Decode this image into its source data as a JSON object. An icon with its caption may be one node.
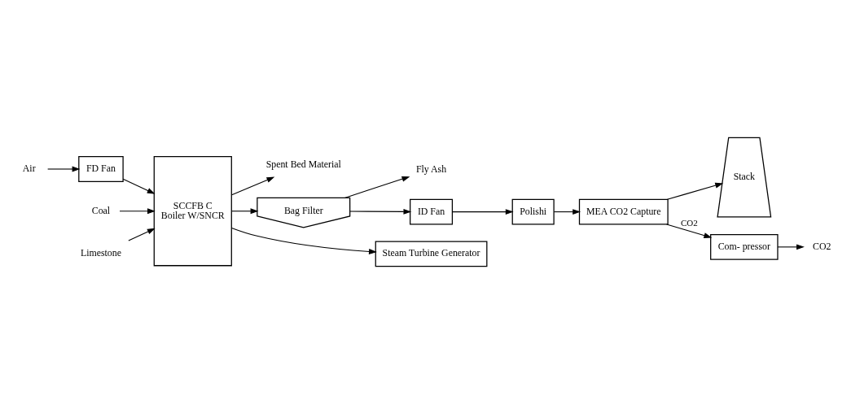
{
  "diagram": {
    "nodes": [
      {
        "text": [
          "Air"
        ]
      },
      {
        "text": [
          "FD Fan"
        ]
      },
      {
        "text": [
          "Coal"
        ]
      },
      {
        "text": [
          "Limestone"
        ]
      },
      {
        "text": [
          "SCCFB C",
          "Boiler W/SNCR"
        ]
      },
      {
        "text": [
          "Spent Bed Material"
        ]
      },
      {
        "text": [
          "Bag Filter"
        ]
      },
      {
        "text": [
          "Fly Ash"
        ]
      },
      {
        "text": [
          "Steam Turbine Generator"
        ]
      },
      {
        "text": [
          "ID Fan"
        ]
      },
      {
        "text": [
          "Polishi"
        ]
      },
      {
        "text": [
          "MEA CO2 Capture"
        ]
      },
      {
        "text": [
          "Stack"
        ]
      },
      {
        "text": [
          "Com- pressor"
        ]
      },
      {
        "text": [
          "CO2"
        ]
      }
    ],
    "edges": [
      {
        "from": 0,
        "to": 1,
        "arrow": "to"
      },
      {
        "from": 1,
        "to": 4,
        "arrow": "to"
      },
      {
        "from": 2,
        "to": 4,
        "arrow": "to"
      },
      {
        "from": 3,
        "to": 4,
        "arrow": "to"
      },
      {
        "from": 4,
        "to": 5,
        "arrow": "to"
      },
      {
        "from": 4,
        "to": 6,
        "arrow": "to"
      },
      {
        "from": 4,
        "to": 8,
        "arrow": "to"
      },
      {
        "from": 6,
        "to": 7,
        "arrow": "to"
      },
      {
        "from": 6,
        "to": 9,
        "arrow": "to"
      },
      {
        "from": 9,
        "to": 10,
        "arrow": "to"
      },
      {
        "from": 10,
        "to": 11,
        "arrow": "to"
      },
      {
        "from": 11,
        "to": 12,
        "arrow": "to"
      },
      {
        "from": 11,
        "to": 13,
        "arrow": "to",
        "label": "CO2"
      },
      {
        "from": 13,
        "to": 14,
        "arrow": "to"
      }
    ]
  }
}
